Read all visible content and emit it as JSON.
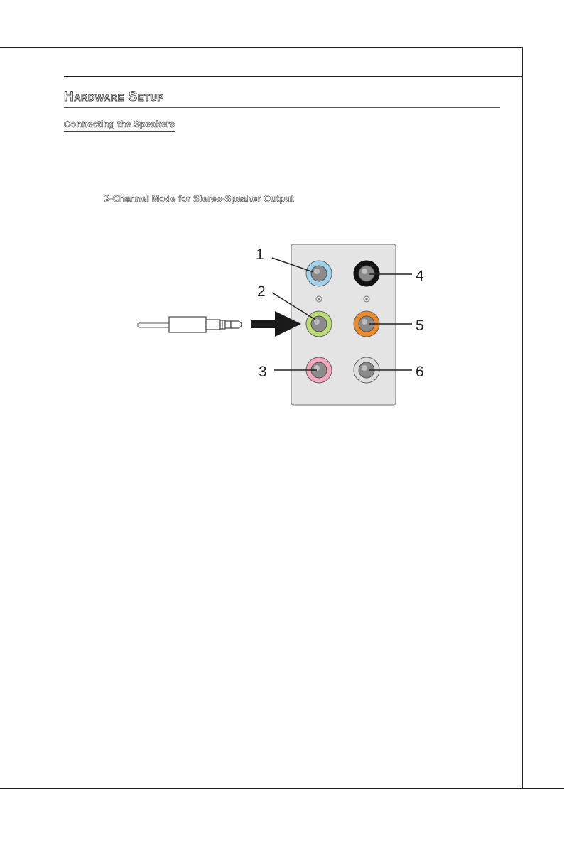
{
  "header": {
    "section_title": "Hardware Setup",
    "subsection_title": "Connecting the Speakers"
  },
  "figure": {
    "caption": "2-Channel Mode for Stereo-Speaker Output",
    "callouts": [
      "1",
      "2",
      "3",
      "4",
      "5",
      "6"
    ],
    "jack_colors": {
      "1": "#9fd3ee",
      "2": "#b9dc72",
      "3": "#f2a7bd",
      "4": "#111111",
      "5": "#ee8a2a",
      "6": "#dddddd"
    },
    "panel_color": "#e4e4e4"
  }
}
